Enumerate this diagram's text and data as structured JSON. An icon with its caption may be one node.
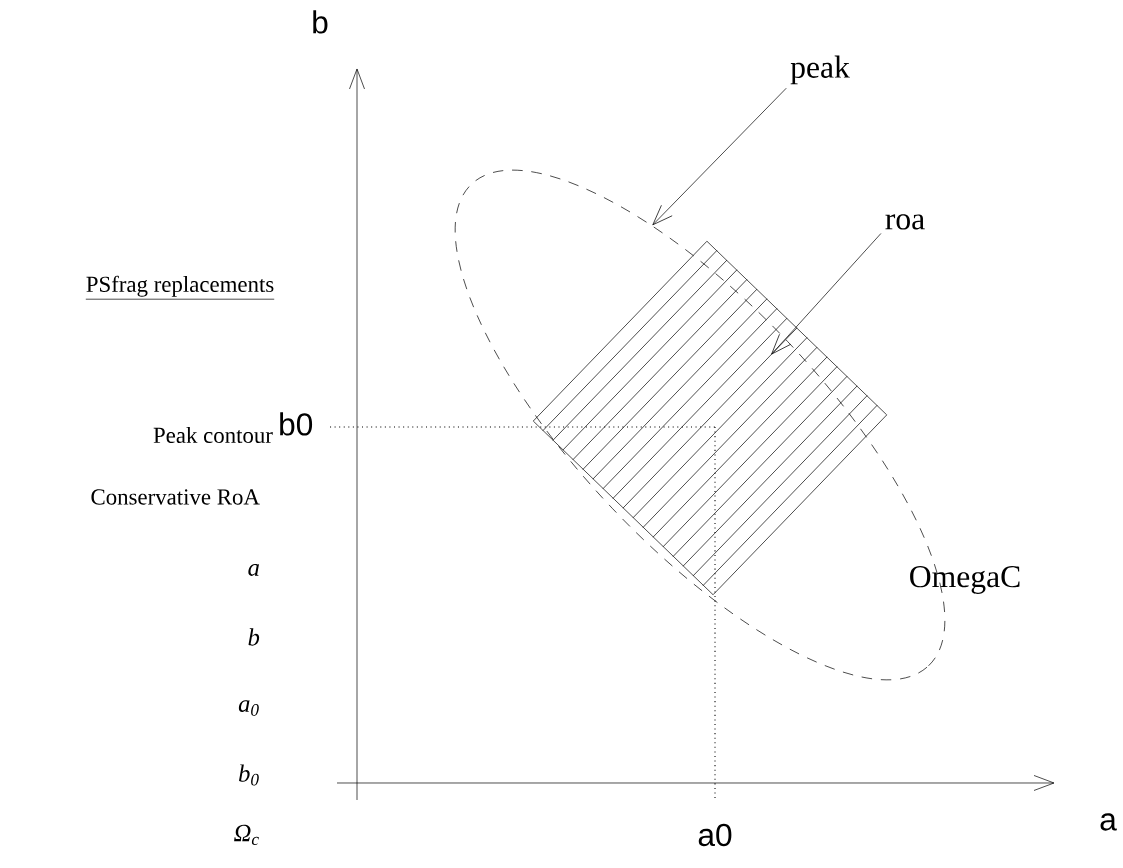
{
  "diagram": {
    "nodes": [
      {
        "text": [
          "peak"
        ]
      },
      {
        "text": [],
        "shape": "ellipse"
      },
      {
        "text": [
          "roa"
        ]
      },
      {
        "text": [],
        "shape": "diamond",
        "in": 1
      }
    ],
    "edges": [
      {
        "from": 0,
        "to": 1,
        "arrow": "to"
      },
      {
        "from": 2,
        "to": 3,
        "arrow": "to"
      }
    ],
    "labels": [
      "b",
      "PSfrag replacements",
      "Peak contour",
      "b0",
      "Conservative RoA",
      "a",
      "OmegaC",
      "b",
      "a$_{0}$",
      "b$_{0}$",
      "a",
      "Ω$_{c}$",
      "a0"
    ]
  }
}
